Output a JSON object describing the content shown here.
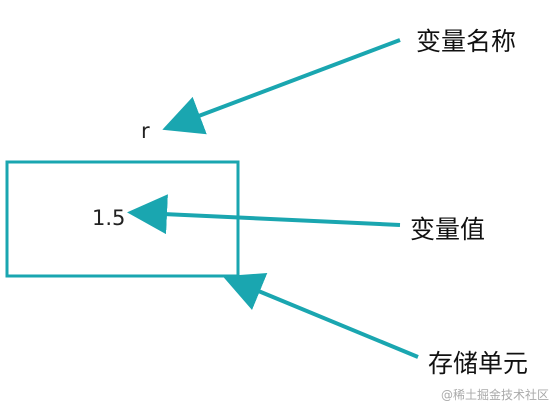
{
  "diagram": {
    "variable_name": "r",
    "variable_value": "1.5",
    "labels": {
      "name": "变量名称",
      "value": "变量值",
      "storage": "存储单元"
    },
    "watermark": "@稀土掘金技术社区"
  },
  "colors": {
    "accent": "#1aa6b0",
    "text": "#111111",
    "watermark": "#aaaaaa"
  }
}
